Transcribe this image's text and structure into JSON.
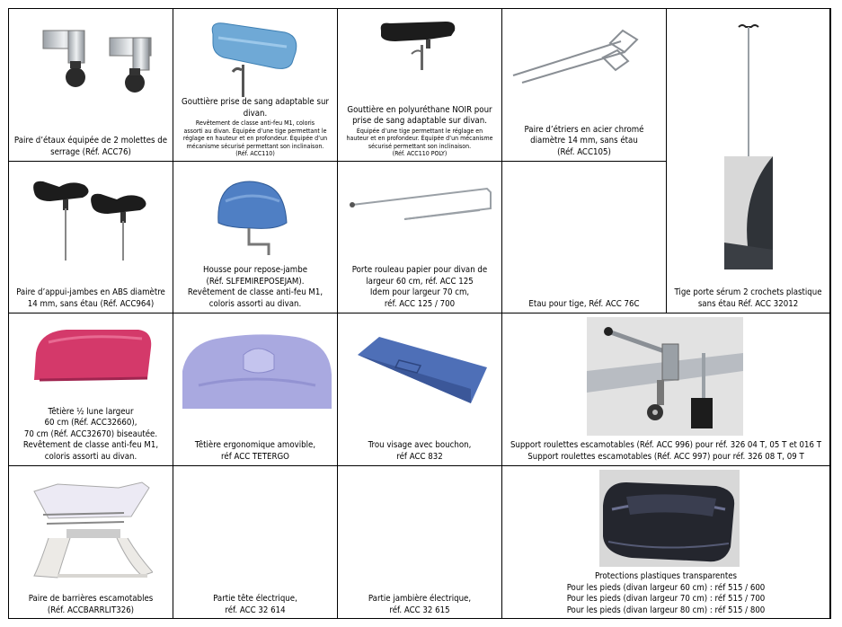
{
  "cells": {
    "c11": [
      "Paire d’étaux équipée de 2 molettes de",
      "serrage (Réf. ACC76)"
    ],
    "c12": {
      "lead": [
        "Gouttière prise de sang adaptable sur",
        "divan."
      ],
      "small": [
        "Revêtement de classe anti-feu M1, coloris",
        "assorti au divan. Équipée d’une tige permettant le",
        "réglage en hauteur et en profondeur. Équipée d’un",
        "mécanisme sécurisé permettant son inclinaison."
      ],
      "ref": "(Réf. ACC110)"
    },
    "c13": {
      "lead": [
        "Gouttière en polyuréthane NOIR pour",
        "prise de sang adaptable sur divan."
      ],
      "small": [
        "Équipée d’une tige permettant le réglage en",
        "hauteur et en profondeur. Équipée d’un mécanisme",
        "sécurisé permettant son inclinaison."
      ],
      "ref": "(Réf. ACC110 POLY)"
    },
    "c14": [
      "Paire d’étriers en acier chromé",
      "diamètre 14 mm, sans étau",
      "(Réf. ACC105)"
    ],
    "c15": [
      "Tige porte sérum 2 crochets plastique",
      "sans étau Réf. ACC 32012"
    ],
    "c21": [
      "Paire d’appui-jambes en ABS diamètre",
      "14 mm, sans étau (Réf. ACC964)"
    ],
    "c22": [
      "Housse pour repose-jambe",
      "(Réf. SLFEMIREPOSEJAM).",
      "Revêtement de classe anti-feu M1,",
      "coloris assorti au divan."
    ],
    "c23": [
      "Porte rouleau papier pour divan de",
      "largeur 60 cm, réf. ACC 125",
      "Idem pour largeur 70 cm,",
      "réf. ACC 125 / 700"
    ],
    "c24": [
      "Etau pour tige, Réf. ACC 76C"
    ],
    "c31": [
      "Têtière ½ lune largeur",
      "60 cm (Réf. ACC32660),",
      "70 cm (Réf. ACC32670) biseautée.",
      "Revêtement de classe anti-feu M1,",
      "coloris assorti au divan."
    ],
    "c32": [
      "Têtière ergonomique amovible,",
      "réf ACC TETERGO"
    ],
    "c33": [
      "Trou visage avec bouchon,",
      "réf ACC 832"
    ],
    "c34": [
      "Support roulettes escamotables (Réf. ACC 996) pour réf. 326 04 T, 05 T et 016 T",
      "Support roulettes escamotables (Réf. ACC 997) pour réf. 326 08 T, 09 T"
    ],
    "c41": [
      "Paire de barrières escamotables",
      "(Réf. ACCBARRLIT326)"
    ],
    "c42": [
      "Partie tête électrique,",
      "réf. ACC 32 614"
    ],
    "c43": [
      "Partie jambière électrique,",
      "réf. ACC 32 615"
    ],
    "c44": [
      "Protections plastiques transparentes",
      "Pour les pieds (divan largeur 60 cm) : réf 515 / 600",
      "Pour les pieds (divan largeur 70 cm) : réf 515 / 700",
      "Pour les pieds (divan largeur 80 cm) : réf 515 / 800"
    ]
  },
  "colors": {
    "chrome": "#c9cdd2",
    "blue_pad": "#6fa9d6",
    "black_pad": "#1c1c1c",
    "pink_pad": "#d4396a",
    "lilac_pad": "#a9a9e0",
    "navy_pad": "#4e6fb7",
    "grey_bg": "#d8d8d8"
  }
}
